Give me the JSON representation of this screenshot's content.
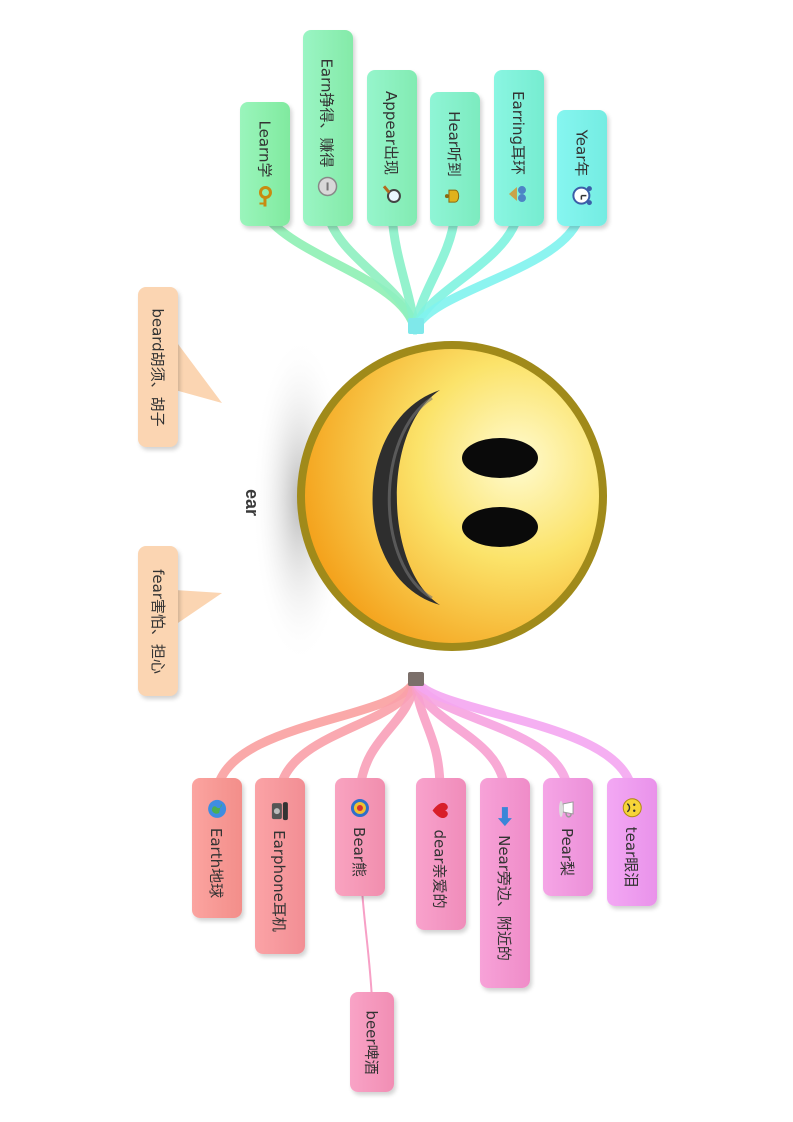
{
  "center": {
    "label": "ear"
  },
  "top_branch": [
    {
      "label": "Learn学",
      "icon": "key-icon"
    },
    {
      "label": "Earn挣得、赚得",
      "icon": "coin-icon"
    },
    {
      "label": "Appear出现",
      "icon": "magnifier-icon"
    },
    {
      "label": "Hear听到",
      "icon": "bell-icon"
    },
    {
      "label": "Earring耳环",
      "icon": "earring-icon"
    },
    {
      "label": "Year年",
      "icon": "alarm-clock-icon"
    }
  ],
  "bottom_branch": [
    {
      "label": "Earth地球",
      "icon": "globe-icon"
    },
    {
      "label": "Earphone耳机",
      "icon": "telephone-icon"
    },
    {
      "label": "Bear熊",
      "icon": "target-icon",
      "child": "beer啤酒"
    },
    {
      "label": "dear亲爱的",
      "icon": "heart-icon"
    },
    {
      "label": "Near旁边、附近的",
      "icon": "arrow-down-icon"
    },
    {
      "label": "Pear梨",
      "icon": "teacup-icon"
    },
    {
      "label": "tear眼泪",
      "icon": "sad-face-icon"
    }
  ],
  "callouts": [
    {
      "label": "beard胡须、胡子"
    },
    {
      "label": "fear害怕、担心"
    }
  ],
  "colors": {
    "top_green": "#8ef0b4",
    "top_cyan": "#7ff3ee",
    "bottom_salmon": "#f9a0a0",
    "bottom_pink": "#f7a0d0",
    "bottom_violet": "#f4a6f1",
    "callout": "#fbd5b2"
  }
}
